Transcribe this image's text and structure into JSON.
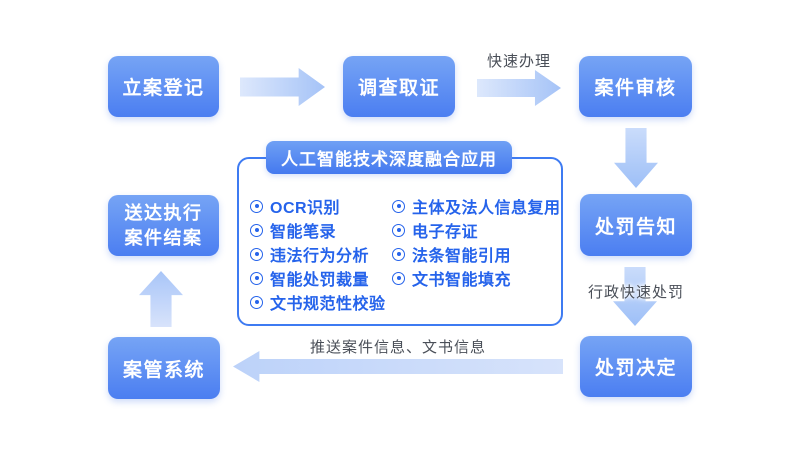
{
  "flow": {
    "nodes": [
      {
        "key": "case-registration",
        "label": "立案登记"
      },
      {
        "key": "investigation",
        "label": "调查取证"
      },
      {
        "key": "case-review",
        "label": "案件审核"
      },
      {
        "key": "penalty-notice",
        "label": "处罚告知"
      },
      {
        "key": "penalty-decision",
        "label": "处罚决定"
      },
      {
        "key": "case-management-system",
        "label": "案管系统"
      },
      {
        "key": "delivery-execution-closure",
        "label_line1": "送达执行",
        "label_line2": "案件结案"
      }
    ],
    "arrow_labels": {
      "fast_processing": "快速办理",
      "administrative_fast_penalty": "行政快速处罚",
      "push_case_info": "推送案件信息、文书信息"
    }
  },
  "ai_panel": {
    "title": "人工智能技术深度融合应用",
    "left_items": [
      "OCR识别",
      "智能笔录",
      "违法行为分析",
      "智能处罚裁量",
      "文书规范性校验"
    ],
    "right_items": [
      "主体及法人信息复用",
      "电子存证",
      "法条智能引用",
      "文书智能填充"
    ]
  },
  "colors": {
    "node_gradient_top": "#76a4f5",
    "node_gradient_bottom": "#4b7ef1",
    "panel_border": "#3e7bf2",
    "feature_text": "#2563eb",
    "arrow_light": "#dde8fc",
    "arrow_dark": "#9dbff7",
    "label_text": "#4a4f58",
    "background": "#ffffff"
  }
}
